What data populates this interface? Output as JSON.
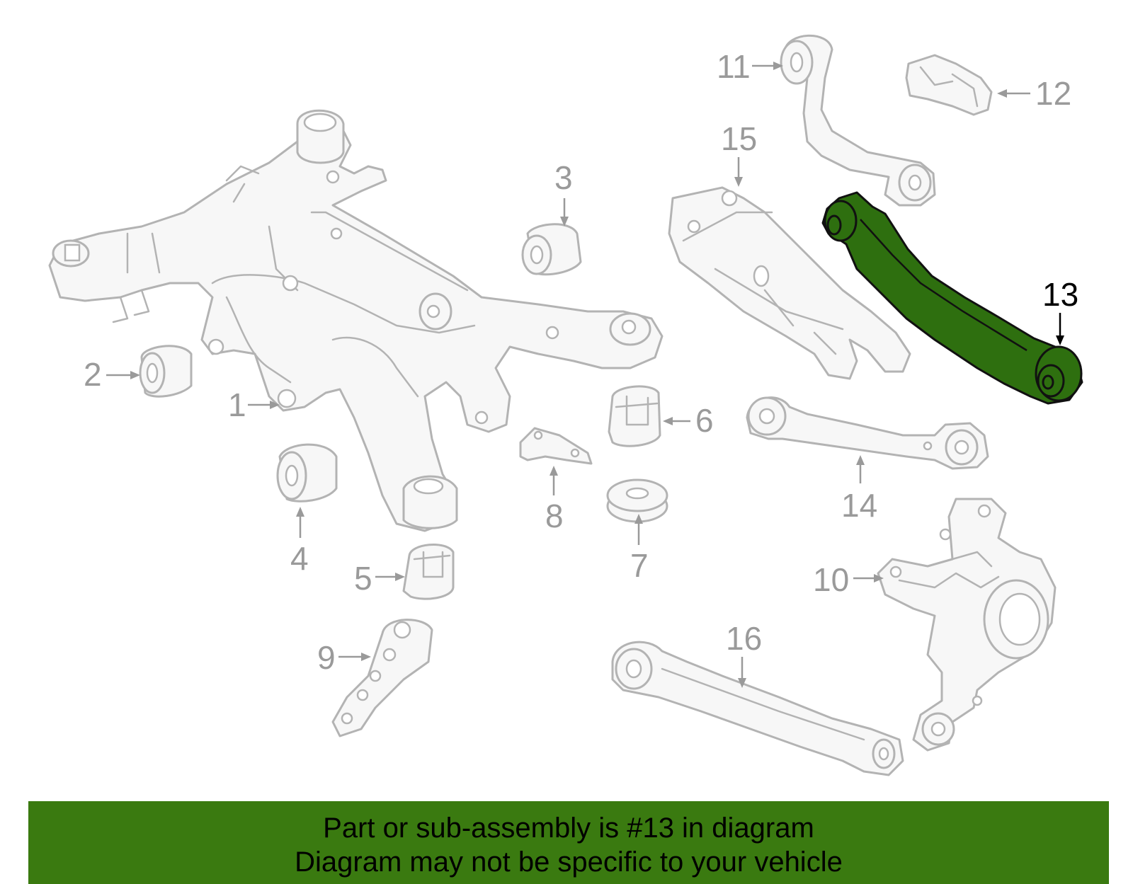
{
  "labels": {
    "p1": "1",
    "p2": "2",
    "p3": "3",
    "p4": "4",
    "p5": "5",
    "p6": "6",
    "p7": "7",
    "p8": "8",
    "p9": "9",
    "p10": "10",
    "p11": "11",
    "p12": "12",
    "p13": "13",
    "p14": "14",
    "p15": "15",
    "p16": "16"
  },
  "highlight": {
    "part": "13",
    "color": "#3a7a10"
  },
  "banner": {
    "line1": "Part or sub-assembly is #13 in diagram",
    "line2": "Diagram may not be specific to your vehicle"
  }
}
